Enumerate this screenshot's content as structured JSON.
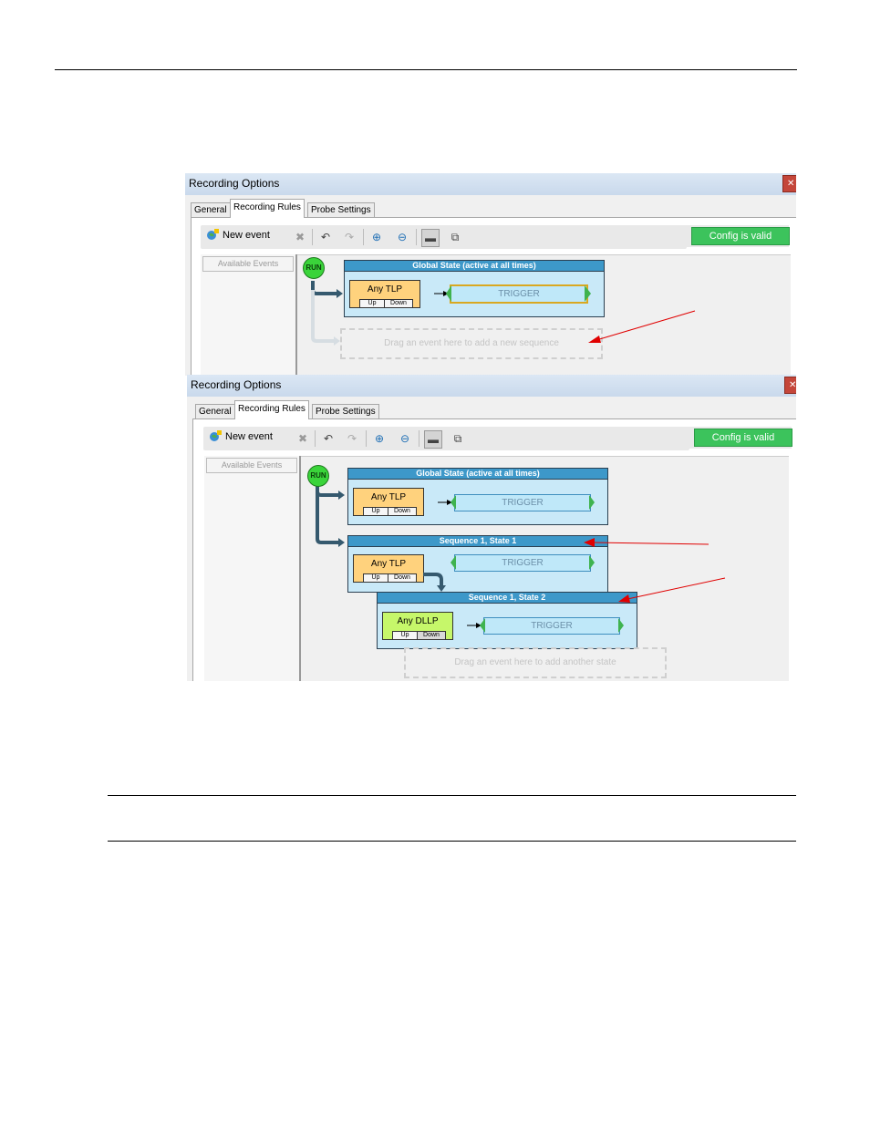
{
  "window_top": {
    "title": "Recording Options",
    "tabs": [
      "General",
      "Recording Rules",
      "Probe Settings"
    ],
    "active_tab": "Recording Rules",
    "toolbar": {
      "new_event": "New event"
    },
    "status": "Config is valid",
    "available_events": "Available Events",
    "run": "RUN",
    "global_state": {
      "header": "Global State (active at all times)",
      "event": "Any TLP",
      "up": "Up",
      "down": "Down",
      "trigger": "TRIGGER"
    },
    "drop_zone": "Drag an event here to add a new sequence"
  },
  "window_bottom": {
    "title": "Recording Options",
    "tabs": [
      "General",
      "Recording Rules",
      "Probe Settings"
    ],
    "active_tab": "Recording Rules",
    "toolbar": {
      "new_event": "New event"
    },
    "status": "Config is valid",
    "available_events": "Available Events",
    "run": "RUN",
    "global_state": {
      "header": "Global State (active at all times)",
      "event": "Any TLP",
      "up": "Up",
      "down": "Down",
      "trigger": "TRIGGER"
    },
    "seq1_state1": {
      "header": "Sequence 1, State 1",
      "event": "Any TLP",
      "up": "Up",
      "down": "Down",
      "trigger": "TRIGGER"
    },
    "seq1_state2": {
      "header": "Sequence 1, State 2",
      "event": "Any DLLP",
      "up": "Up",
      "down": "Down",
      "trigger": "TRIGGER"
    },
    "drop_zone": "Drag an event here to add another state"
  },
  "colors": {
    "state_header": "#3d98c9",
    "state_body": "#c9e9f8",
    "tlp_event": "#ffd27d",
    "dllp_event": "#c6f76a",
    "valid_badge": "#3cc35c",
    "run_button": "#3ad43a",
    "annotation_arrow": "#e00000"
  }
}
